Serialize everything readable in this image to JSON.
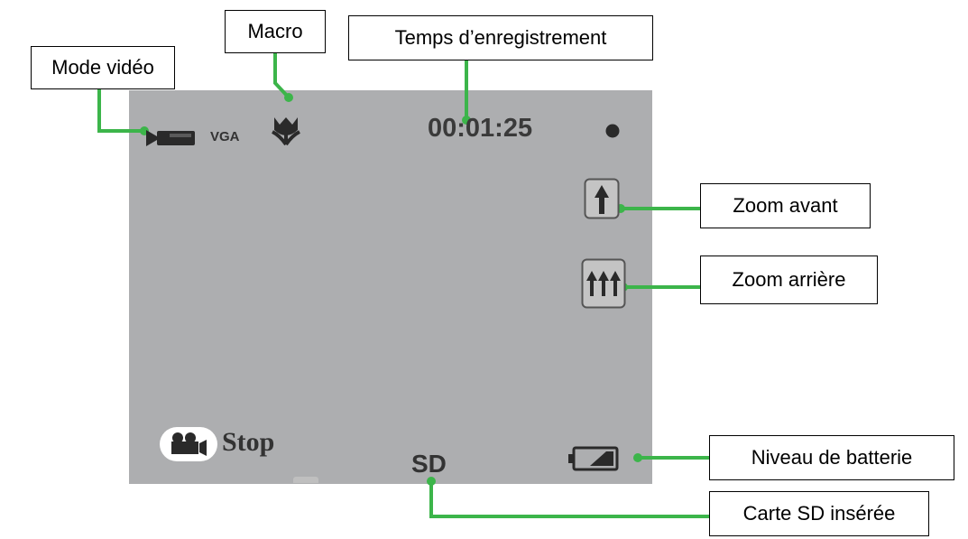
{
  "screen": {
    "mode_text": "VGA",
    "timer": "00:01:25",
    "status_text": "Stop",
    "storage_text": "SD",
    "icons": {
      "mode": "video-camera-icon",
      "macro": "macro-tulip-icon",
      "record": "record-dot-icon",
      "zoom_in": "single-arrow-icon",
      "zoom_out": "triple-arrow-icon",
      "movie": "movie-camera-icon",
      "battery": "battery-icon"
    }
  },
  "callouts": {
    "mode_video": "Mode vidéo",
    "macro": "Macro",
    "record_time": "Temps d’enregistrement",
    "zoom_in": "Zoom avant",
    "zoom_out": "Zoom arrière",
    "battery": "Niveau de batterie",
    "sd_card": "Carte SD insérée"
  },
  "colors": {
    "screen_bg": "#adaeb0",
    "leader_line": "#3cb54a",
    "osd_text": "#333333"
  }
}
